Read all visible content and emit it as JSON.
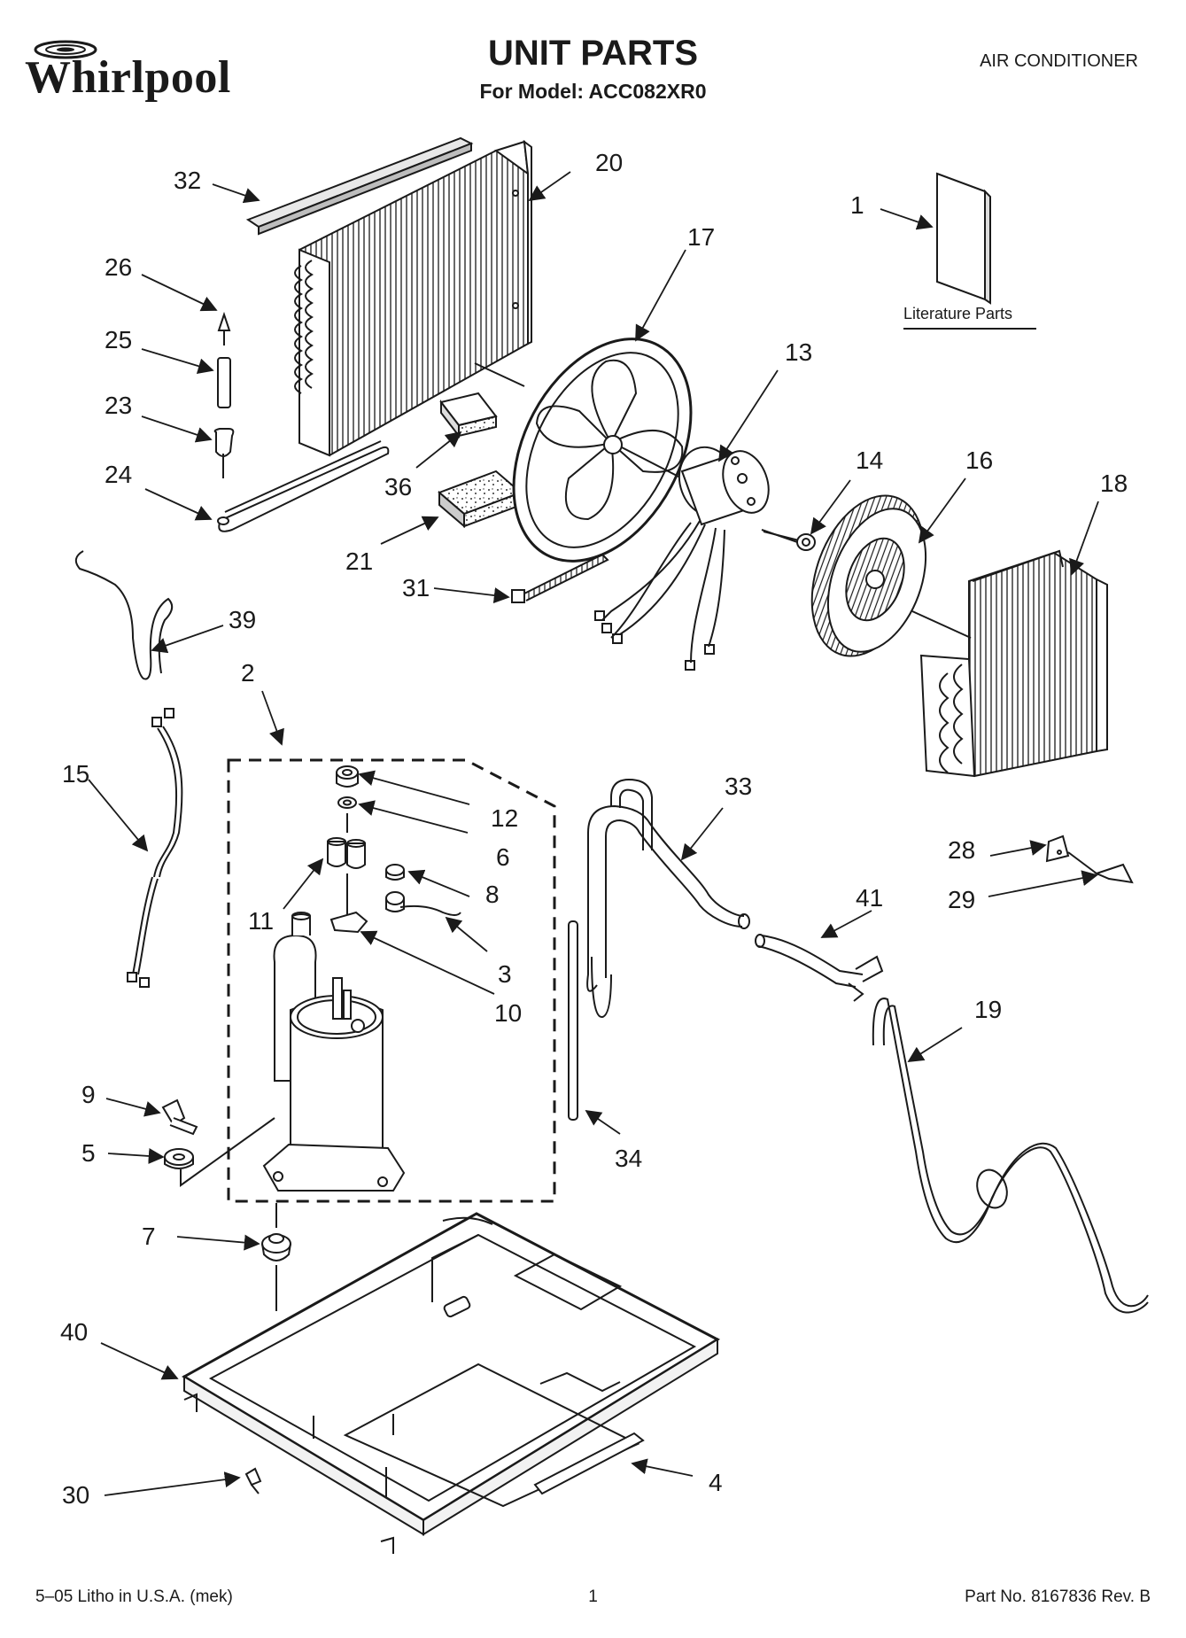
{
  "header": {
    "brand": "Whirlpool",
    "title": "UNIT PARTS",
    "subtitle": "For Model: ACC082XR0",
    "category": "AIR CONDITIONER"
  },
  "literature_label": "Literature Parts",
  "footer": {
    "left": "5–05 Litho in U.S.A. (mek)",
    "page": "1",
    "right": "Part No. 8167836 Rev. B"
  },
  "callouts": [
    "1",
    "2",
    "3",
    "4",
    "5",
    "6",
    "7",
    "8",
    "9",
    "10",
    "11",
    "12",
    "13",
    "14",
    "15",
    "16",
    "17",
    "18",
    "19",
    "20",
    "21",
    "23",
    "24",
    "25",
    "26",
    "28",
    "29",
    "30",
    "31",
    "32",
    "33",
    "34",
    "36",
    "39",
    "40",
    "41"
  ],
  "icons": {
    "brand_logo": "whirlpool-swoosh-icon"
  }
}
